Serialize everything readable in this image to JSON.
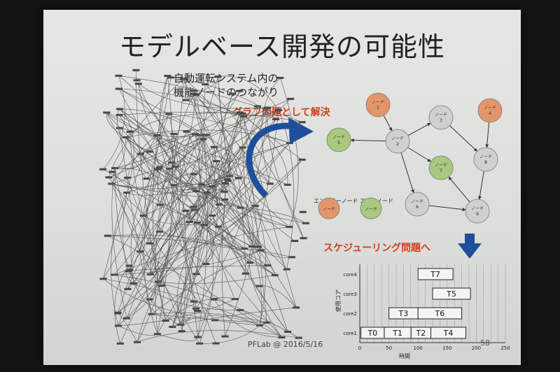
{
  "title": "モデルベース開発の可能性",
  "subtitle_line1": "自動運転システム内の",
  "subtitle_line2": "機能ノードのつながり",
  "graph_problem_label": "グラフ問題として解決",
  "scheduling_label": "スケジューリング問題へ",
  "legend": {
    "entry_label": "エントリーノード",
    "end_label": "エンドノード",
    "node_text": "ノード"
  },
  "graph": {
    "nodes": [
      {
        "id": "1",
        "label": "ノード\n1",
        "kind": "entry"
      },
      {
        "id": "2",
        "label": "ノード\n2",
        "kind": "normal"
      },
      {
        "id": "3",
        "label": "ノード\n3",
        "kind": "normal"
      },
      {
        "id": "4",
        "label": "ノード\n4",
        "kind": "entry"
      },
      {
        "id": "5",
        "label": "ノード\n5",
        "kind": "end"
      },
      {
        "id": "6",
        "label": "ノード\n6",
        "kind": "normal"
      },
      {
        "id": "7",
        "label": "ノード\n7",
        "kind": "end"
      },
      {
        "id": "8",
        "label": "ノード\n8",
        "kind": "normal"
      },
      {
        "id": "9",
        "label": "ノード\n9",
        "kind": "normal"
      }
    ],
    "edges": [
      [
        "1",
        "2"
      ],
      [
        "2",
        "5"
      ],
      [
        "2",
        "3"
      ],
      [
        "2",
        "7"
      ],
      [
        "2",
        "6"
      ],
      [
        "3",
        "8"
      ],
      [
        "4",
        "8"
      ],
      [
        "8",
        "9"
      ],
      [
        "6",
        "9"
      ],
      [
        "9",
        "7"
      ]
    ]
  },
  "colors": {
    "entry": "#e3966a",
    "end": "#a8c97f",
    "normal": "#cfd1cf",
    "arrow_blue": "#1f4f9c",
    "red": "#d2401c"
  },
  "chart_data": {
    "type": "gantt",
    "ylabel": "使用コア",
    "xlabel": "時間",
    "xlim": [
      0,
      250
    ],
    "xticks": [
      0,
      50,
      100,
      150,
      200,
      250
    ],
    "cores": [
      "core1",
      "core2",
      "core3",
      "core4"
    ],
    "tasks": [
      {
        "name": "T0",
        "core": "core1",
        "start": 2,
        "end": 42
      },
      {
        "name": "T1",
        "core": "core1",
        "start": 42,
        "end": 88
      },
      {
        "name": "T2",
        "core": "core1",
        "start": 88,
        "end": 122
      },
      {
        "name": "T4",
        "core": "core1",
        "start": 122,
        "end": 182
      },
      {
        "name": "T3",
        "core": "core2",
        "start": 50,
        "end": 100
      },
      {
        "name": "T6",
        "core": "core2",
        "start": 100,
        "end": 175
      },
      {
        "name": "T5",
        "core": "core3",
        "start": 125,
        "end": 190
      },
      {
        "name": "T7",
        "core": "core4",
        "start": 100,
        "end": 160
      }
    ]
  },
  "credit": "PFLab @ 2016/5/16",
  "page_number": "58"
}
